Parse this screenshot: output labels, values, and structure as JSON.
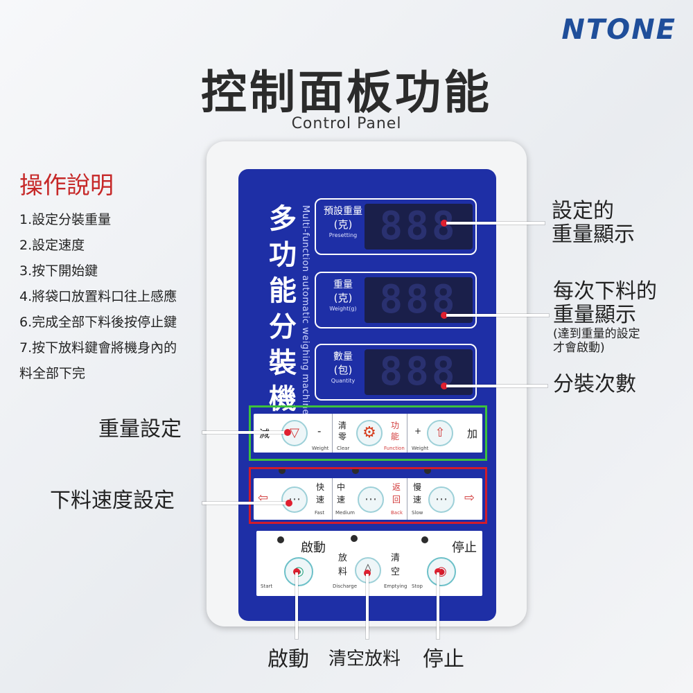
{
  "brand": "NTONE",
  "title": "控制面板功能",
  "subtitle": "Control Panel",
  "instructions": {
    "title": "操作說明",
    "steps": [
      "1.設定分裝重量",
      "2.設定速度",
      "3.按下開始鍵",
      "4.將袋口放置料口往上感應",
      "6.完成全部下料後按停止鍵",
      "7.按下放料鍵會將機身內的",
      "料全部下完"
    ]
  },
  "device": {
    "brand_chars": [
      "多",
      "功",
      "能",
      "分",
      "裝",
      "機"
    ],
    "brand_en": "Multi-function automatic weighing machine",
    "displays": [
      {
        "l1": "預設重量",
        "l2": "(克)",
        "l3": "Presetting",
        "digits": "888"
      },
      {
        "l1": "重量",
        "l2": "(克)",
        "l3": "Weight(g)",
        "digits": "888"
      },
      {
        "l1": "數量",
        "l2": "(包)",
        "l3": "Quantity",
        "digits": "888"
      }
    ],
    "weight_row": {
      "minus_label": "減",
      "minus_sign": "-",
      "weight_en": "Weight",
      "clear_top": "清",
      "clear_bot": "零",
      "clear_en": "Clear",
      "func_top": "功",
      "func_bot": "能",
      "func_en": "Function",
      "plus_sign": "+",
      "plus_label": "加",
      "weight_en2": "Weight"
    },
    "speed_row": {
      "fast_top": "快",
      "fast_bot": "速",
      "fast_en": "Fast",
      "med_top": "中",
      "med_bot": "速",
      "med_en": "Medium",
      "back_top": "返",
      "back_bot": "回",
      "back_en": "Back",
      "slow_top": "慢",
      "slow_bot": "速",
      "slow_en": "Slow"
    },
    "control_row": {
      "start": "啟動",
      "start_en": "Start",
      "dis_top": "放",
      "dis_bot": "料",
      "dis_en": "Discharge",
      "empty_top": "清",
      "empty_bot": "空",
      "empty_en": "Emptying",
      "stop": "停止",
      "stop_en": "Stop"
    }
  },
  "callouts": {
    "preset": [
      "設定的",
      "重量顯示"
    ],
    "each": [
      "每次下料的",
      "重量顯示"
    ],
    "each_note": [
      "(達到重量的設定",
      "才會啟動)"
    ],
    "count": "分裝次數",
    "weight_set": "重量設定",
    "speed_set": "下料速度設定",
    "bottom": [
      "啟動",
      "清空放料",
      "停止"
    ]
  },
  "colors": {
    "panel": "#1e2fa6",
    "brand": "#1f4e9a",
    "accent_red": "#c62828",
    "frame_green": "#3cc23c",
    "frame_red": "#d11c2c"
  }
}
